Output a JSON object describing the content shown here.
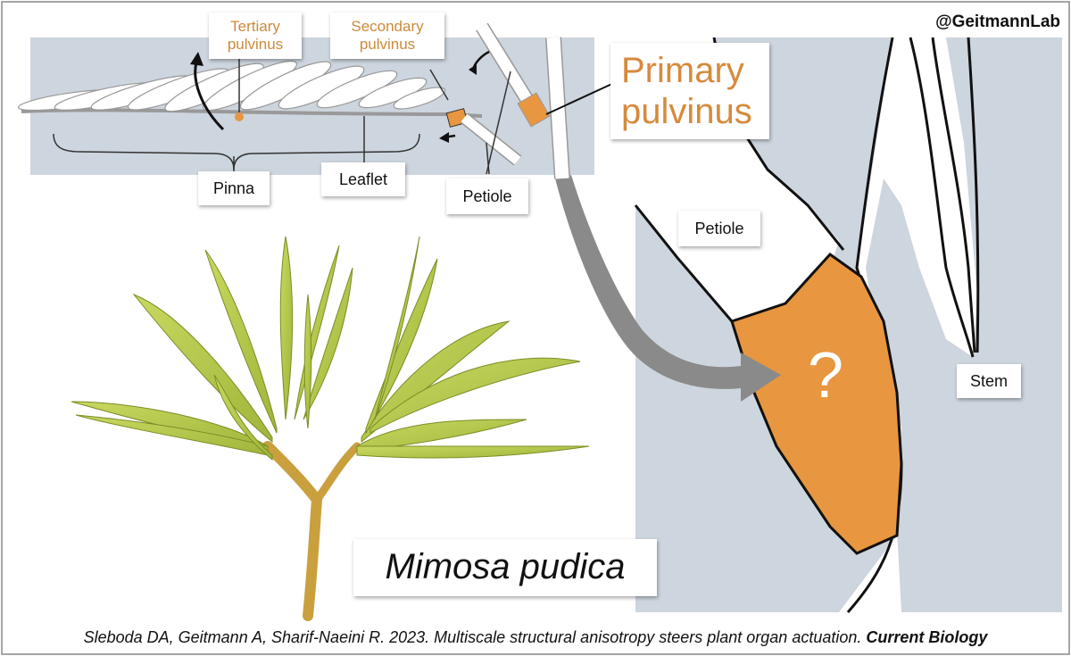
{
  "handle": "@GeitmannLab",
  "labels": {
    "tertiary_pulvinus": "Tertiary\npulvinus",
    "secondary_pulvinus": "Secondary\npulvinus",
    "primary_pulvinus": "Primary\npulvinus",
    "pinna": "Pinna",
    "leaflet": "Leaflet",
    "petiole_small": "Petiole",
    "petiole_large": "Petiole",
    "stem": "Stem",
    "question_mark": "?"
  },
  "species": "Mimosa pudica",
  "citation": {
    "text": "Sleboda DA, Geitmann A, Sharif-Naeini R. 2023. Multiscale structural anisotropy steers plant organ actuation.",
    "journal": "Current Biology"
  },
  "colors": {
    "panel_bg": "#cdd5de",
    "pulvinus_orange": "#e8963f",
    "label_orange": "#cc8a3a",
    "leaf_green": "#b4c74a",
    "arrow_gray": "#8a8a8a"
  }
}
